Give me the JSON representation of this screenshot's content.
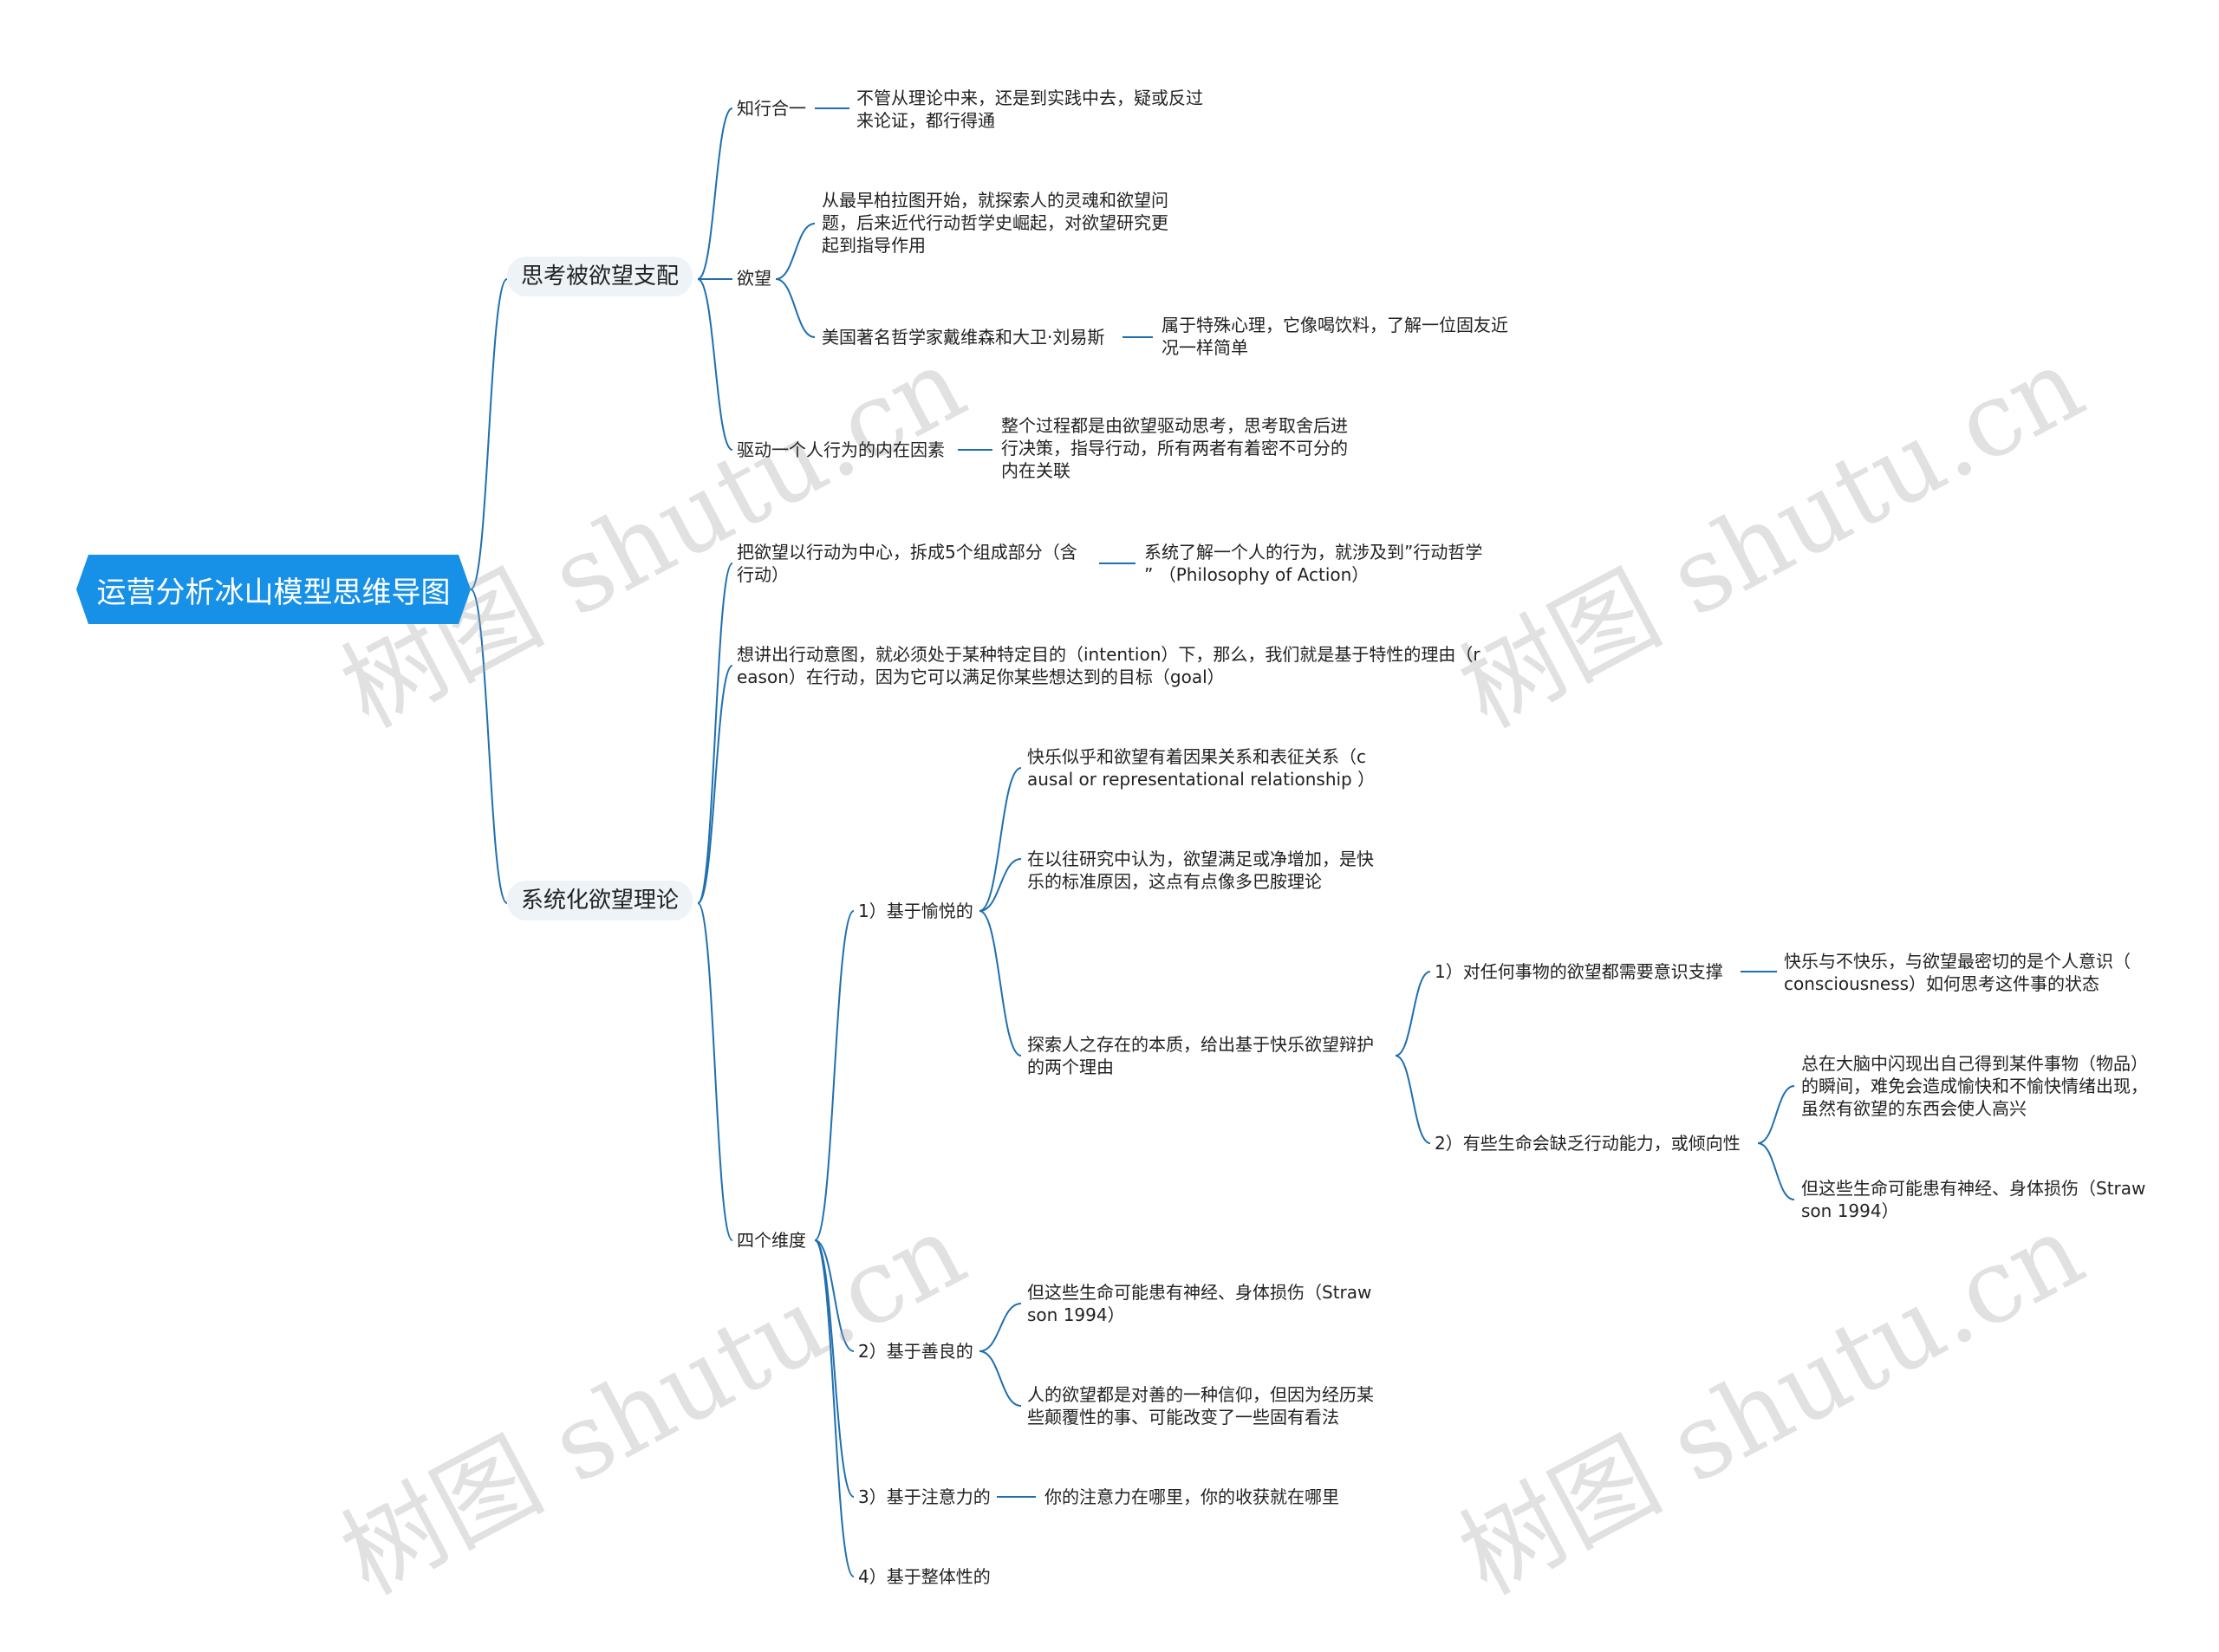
{
  "root": {
    "title": "运营分析冰山模型思维导图"
  },
  "watermark": "树图 shutu.cn",
  "branches": [
    {
      "id": "b1",
      "label": "思考被欲望支配"
    },
    {
      "id": "b2",
      "label": "系统化欲望理论"
    }
  ],
  "nodes": [
    {
      "id": "n1",
      "text": "知行合一"
    },
    {
      "id": "n1a",
      "text": "不管从理论中来，还是到实践中去，疑或反过\n来论证，都行得通"
    },
    {
      "id": "n2",
      "text": "欲望"
    },
    {
      "id": "n2a",
      "text": "从最早柏拉图开始，就探索人的灵魂和欲望问\n题，后来近代行动哲学史崛起，对欲望研究更\n起到指导作用"
    },
    {
      "id": "n2b",
      "text": "美国著名哲学家戴维森和大卫·刘易斯"
    },
    {
      "id": "n2b1",
      "text": "属于特殊心理，它像喝饮料，了解一位固友近\n况一样简单"
    },
    {
      "id": "n3",
      "text": "驱动一个人行为的内在因素"
    },
    {
      "id": "n3a",
      "text": "整个过程都是由欲望驱动思考，思考取舍后进\n行决策，指导行动，所有两者有着密不可分的\n内在关联"
    },
    {
      "id": "m1",
      "text": "把欲望以行动为中心，拆成5个组成部分（含\n行动）"
    },
    {
      "id": "m1a",
      "text": "系统了解一个人的行为，就涉及到”行动哲学\n” （Philosophy of Action）"
    },
    {
      "id": "m2",
      "text": "想讲出行动意图，就必须处于某种特定目的（intention）下，那么，我们就是基于特性的理由（r\neason）在行动，因为它可以满足你某些想达到的目标（goal）"
    },
    {
      "id": "m3",
      "text": "四个维度"
    },
    {
      "id": "d1",
      "text": "1）基于愉悦的"
    },
    {
      "id": "d1a",
      "text": "快乐似乎和欲望有着因果关系和表征关系（c\nausal or representational relationship ）"
    },
    {
      "id": "d1b",
      "text": "在以往研究中认为，欲望满足或净增加，是快\n乐的标准原因，这点有点像多巴胺理论"
    },
    {
      "id": "d1c",
      "text": "探索人之存在的本质，给出基于快乐欲望辩护\n的两个理由"
    },
    {
      "id": "r1",
      "text": "1）对任何事物的欲望都需要意识支撑"
    },
    {
      "id": "r1a",
      "text": "快乐与不快乐，与欲望最密切的是个人意识（\nconsciousness）如何思考这件事的状态"
    },
    {
      "id": "r2",
      "text": "2）有些生命会缺乏行动能力，或倾向性"
    },
    {
      "id": "r2a",
      "text": "总在大脑中闪现出自己得到某件事物（物品）\n的瞬间，难免会造成愉快和不愉快情绪出现，\n虽然有欲望的东西会使人高兴"
    },
    {
      "id": "r2b",
      "text": "但这些生命可能患有神经、身体损伤（Straw\nson 1994）"
    },
    {
      "id": "d2",
      "text": "2）基于善良的"
    },
    {
      "id": "d2a",
      "text": "但这些生命可能患有神经、身体损伤（Straw\nson 1994）"
    },
    {
      "id": "d2b",
      "text": "人的欲望都是对善的一种信仰，但因为经历某\n些颠覆性的事、可能改变了一些固有看法"
    },
    {
      "id": "d3",
      "text": "3）基于注意力的"
    },
    {
      "id": "d3a",
      "text": "你的注意力在哪里，你的收获就在哪里"
    },
    {
      "id": "d4",
      "text": "4）基于整体性的"
    }
  ],
  "colors": {
    "root_bg": "#1790e8",
    "link": "#1f6fb0",
    "branch_bg": "#eef3f7"
  }
}
